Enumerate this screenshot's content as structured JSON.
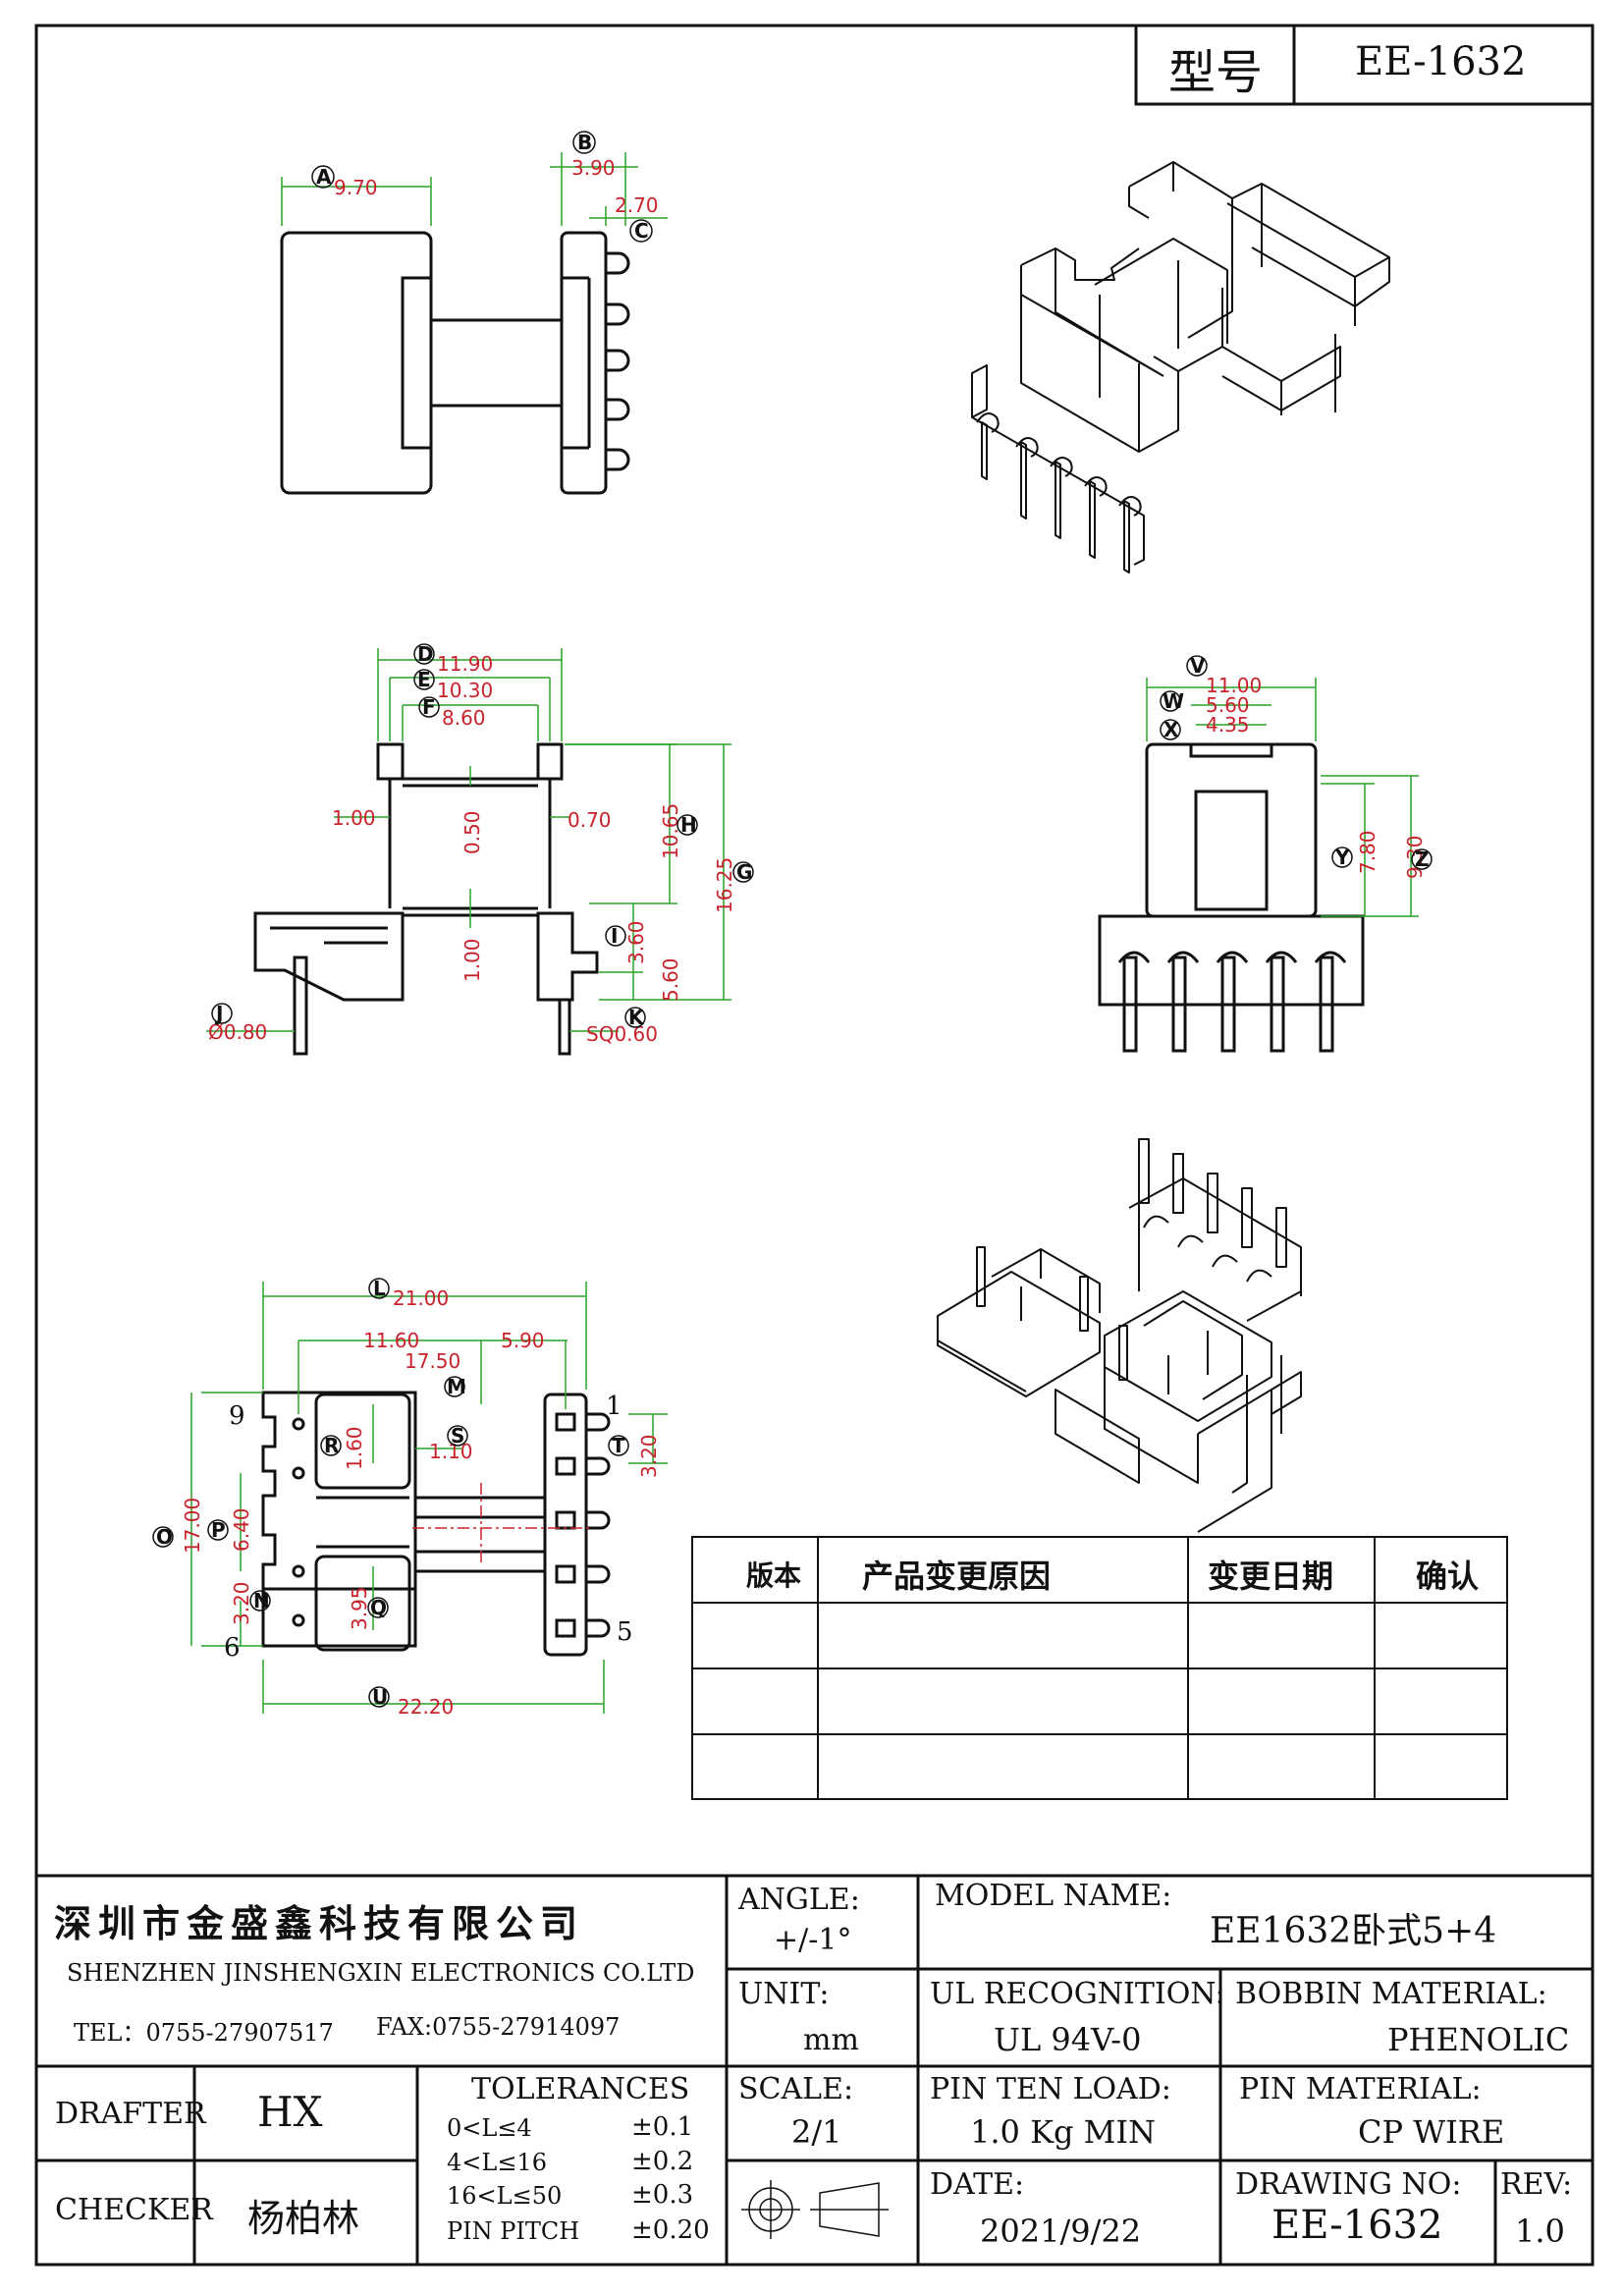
{
  "title_block": {
    "type_label": "型号",
    "model": "EE-1632"
  },
  "dims": {
    "A": "9.70",
    "B": "3.90",
    "C": "2.70",
    "D": "11.90",
    "E": "10.30",
    "F": "8.60",
    "G": "16.25",
    "H": "10.65",
    "I": "3.60",
    "I2": "5.60",
    "gap1": "1.00",
    "gap2": "0.50",
    "gap3": "0.70",
    "gap4": "1.00",
    "J": "Ø0.80",
    "K": "SQ0.60",
    "V": "11.00",
    "W": "5.60",
    "X": "4.35",
    "Y": "7.80",
    "Z": "9.30",
    "L": "21.00",
    "L2": "11.60",
    "L3": "5.90",
    "M": "17.50",
    "O": "17.00",
    "P": "6.40",
    "N": "3.20",
    "R": "1.60",
    "S": "1.10",
    "Q": "3.95",
    "T": "3.20",
    "U": "22.20"
  },
  "dim_letters": [
    "A",
    "B",
    "C",
    "D",
    "E",
    "F",
    "G",
    "H",
    "I",
    "J",
    "K",
    "V",
    "W",
    "X",
    "Y",
    "Z",
    "L",
    "M",
    "O",
    "P",
    "N",
    "R",
    "S",
    "Q",
    "T",
    "U"
  ],
  "pin_labels": {
    "p9": "9",
    "p1": "1",
    "p6": "6",
    "p5": "5"
  },
  "revision_table": {
    "headers": [
      "版本",
      "产品变更原因",
      "变更日期",
      "确认"
    ],
    "rows": [
      [
        "",
        "",
        "",
        ""
      ],
      [
        "",
        "",
        "",
        ""
      ],
      [
        "",
        "",
        "",
        ""
      ]
    ]
  },
  "company": {
    "name_cn": "深圳市金盛鑫科技有限公司",
    "name_en": "SHENZHEN JINSHENGXIN ELECTRONICS CO.LTD",
    "tel": "TEL：0755-27907517",
    "fax": "FAX:0755-27914097"
  },
  "specs": {
    "angle_label": "ANGLE:",
    "angle_value": "+/-1°",
    "model_name_label": "MODEL NAME:",
    "model_name_value": "EE1632卧式5+4",
    "unit_label": "UNIT:",
    "unit_value": "mm",
    "ul_label": "UL RECOGNITION:",
    "ul_value": "UL 94V-0",
    "bobbin_label": "BOBBIN MATERIAL:",
    "bobbin_value": "PHENOLIC",
    "scale_label": "SCALE:",
    "scale_value": "2/1",
    "pin_load_label": "PIN TEN LOAD:",
    "pin_load_value": "1.0 Kg MIN",
    "pin_material_label": "PIN MATERIAL:",
    "pin_material_value": "CP WIRE",
    "date_label": "DATE:",
    "date_value": "2021/9/22",
    "drawing_no_label": "DRAWING NO:",
    "drawing_no_value": "EE-1632",
    "rev_label": "REV:",
    "rev_value": "1.0"
  },
  "people": {
    "drafter_label": "DRAFTER",
    "drafter_value": "HX",
    "checker_label": "CHECKER",
    "checker_value": "杨柏林"
  },
  "tolerances": {
    "title": "TOLERANCES",
    "rows": [
      {
        "range": "0<L≤4",
        "tol": "±0.1"
      },
      {
        "range": "4<L≤16",
        "tol": "±0.2"
      },
      {
        "range": "16<L≤50",
        "tol": "±0.3"
      },
      {
        "range": "PIN PITCH",
        "tol": "±0.20"
      }
    ]
  }
}
